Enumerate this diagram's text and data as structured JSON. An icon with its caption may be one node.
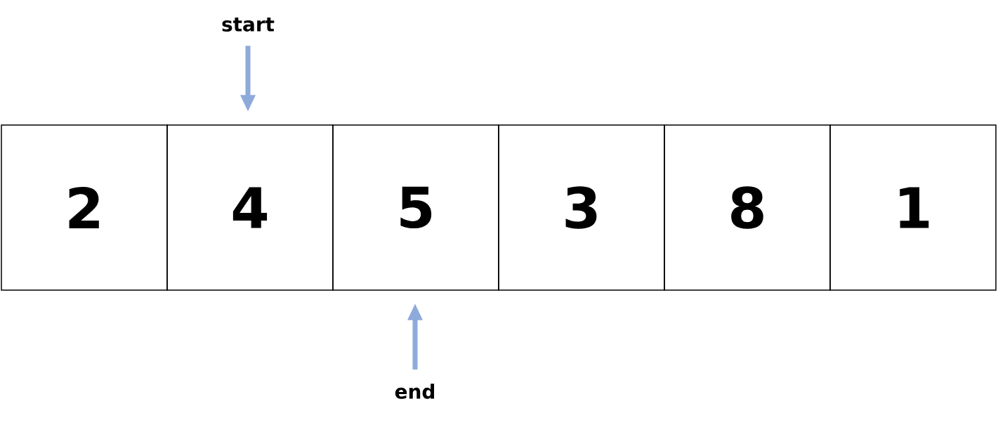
{
  "diagram": {
    "nodes": [
      {
        "text": [
          "2"
        ]
      },
      {
        "text": [
          "4"
        ]
      },
      {
        "text": [
          "5"
        ]
      },
      {
        "text": [
          "3"
        ]
      },
      {
        "text": [
          "8"
        ]
      },
      {
        "text": [
          "1"
        ]
      },
      {
        "text": [
          "start"
        ]
      },
      {
        "text": [
          "end"
        ]
      }
    ],
    "edges": [
      {
        "from": 6,
        "to": 1,
        "arrow": "to"
      },
      {
        "from": 7,
        "to": 2,
        "arrow": "to"
      }
    ]
  }
}
